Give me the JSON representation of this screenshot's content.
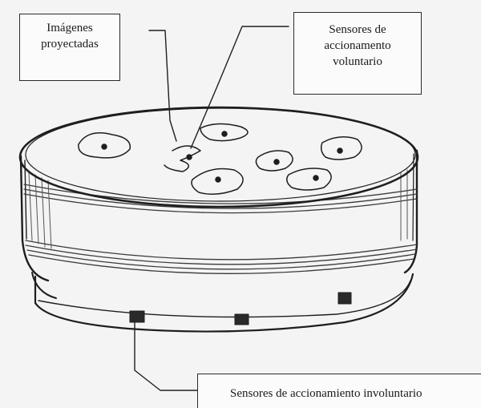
{
  "labels": {
    "projected_images": [
      "Imágenes",
      "proyectadas"
    ],
    "voluntary_sensors": [
      "Sensores de",
      "accionamento",
      "voluntario"
    ],
    "involuntary_sensors": "Sensores de accionamiento involuntario"
  },
  "colors": {
    "ink": "#1e1e1e",
    "paper": "#f4f4f4",
    "shading": "#6a6a6a"
  }
}
